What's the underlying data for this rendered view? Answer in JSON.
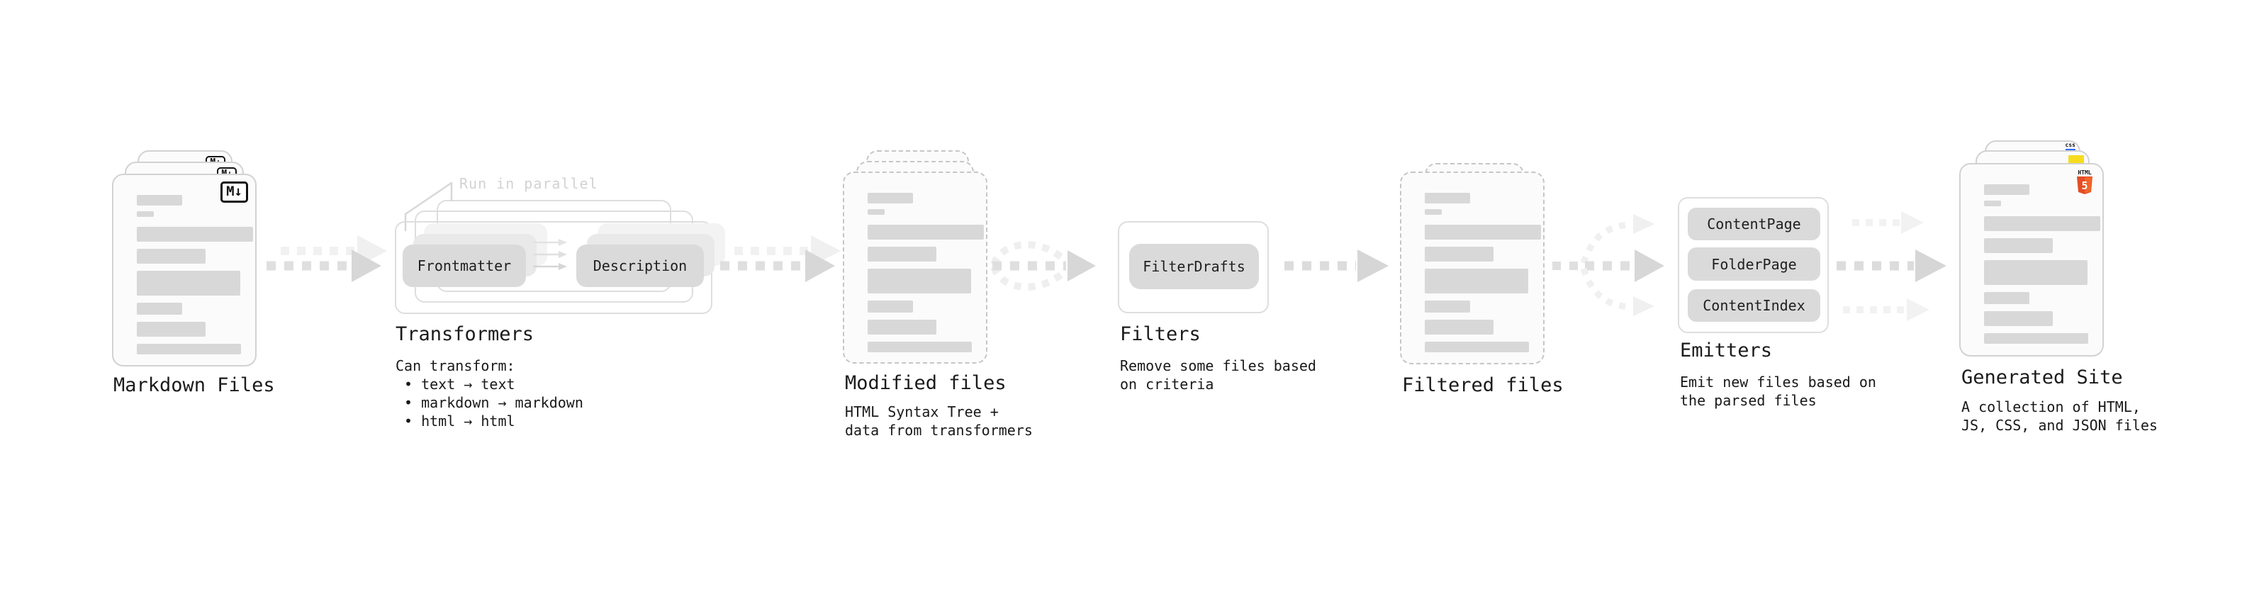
{
  "stages": {
    "markdown_files": {
      "title": "Markdown Files",
      "badge": "M↓"
    },
    "transformers": {
      "title": "Transformers",
      "annotation": "Run in parallel",
      "pills": [
        "Frontmatter",
        "Description"
      ],
      "note_heading": "Can transform:",
      "bullets": [
        "• text → text",
        "• markdown → markdown",
        "• html → html"
      ]
    },
    "modified_files": {
      "title": "Modified files",
      "note_lines": [
        "HTML Syntax Tree +",
        "data from transformers"
      ]
    },
    "filters": {
      "title": "Filters",
      "pills": [
        "FilterDrafts"
      ],
      "note_lines": [
        "Remove some files based",
        "on criteria"
      ]
    },
    "filtered_files": {
      "title": "Filtered files"
    },
    "emitters": {
      "title": "Emitters",
      "pills": [
        "ContentPage",
        "FolderPage",
        "ContentIndex"
      ],
      "note_lines": [
        "Emit new files based on",
        "the parsed files"
      ]
    },
    "generated_site": {
      "title": "Generated Site",
      "css_badge_label": "css",
      "html_badge_label": "HTML",
      "html_badge_number": "5",
      "note_lines": [
        "A collection of HTML,",
        "JS, CSS, and JSON files"
      ]
    }
  },
  "colors": {
    "background": "#ffffff",
    "card_fill": "#fbfbfb",
    "card_border": "#d2d2d2",
    "dashed_border": "#c6c6c6",
    "skeleton_bar": "#d8d8d8",
    "pill_fill": "#dadada",
    "frame_border": "#dedede",
    "arrow_dark": "#dfdfdf",
    "arrow_head_dark": "#d7d7d7",
    "arrow_light": "#f1f1f1",
    "title_text": "#1b1b1b",
    "annotation_text": "#d2d2d2",
    "markdown_badge": "#111111",
    "html5_orange": "#e44d26",
    "html5_orange_light": "#f16529",
    "js_yellow": "#f7dc1e",
    "css_blue": "#2f6df6"
  }
}
